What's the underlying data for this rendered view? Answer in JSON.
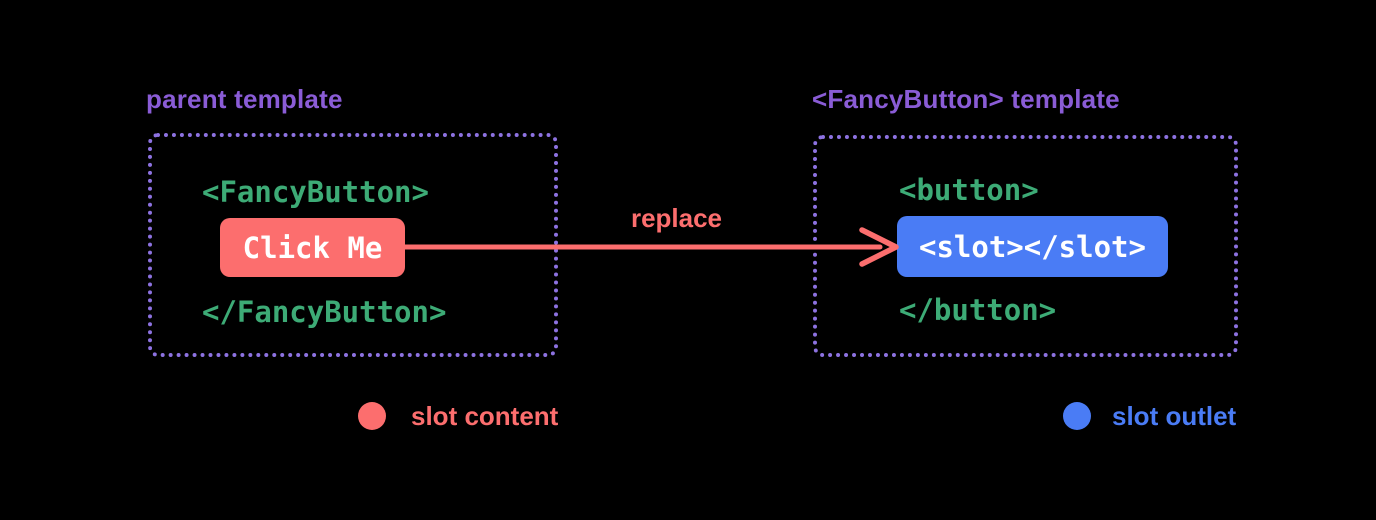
{
  "parent_panel": {
    "title": "parent template",
    "open_tag": "<FancyButton>",
    "button_label": "Click Me",
    "close_tag": "</FancyButton>"
  },
  "fancy_panel": {
    "title": "<FancyButton> template",
    "open_tag": "<button>",
    "slot_label": "<slot></slot>",
    "close_tag": "</button>"
  },
  "arrow": {
    "label": "replace"
  },
  "legend": {
    "slot_content_label": "slot content",
    "slot_outlet_label": "slot outlet"
  },
  "colors": {
    "bg": "#000000",
    "purple": "#8a5cd6",
    "purple_border": "#8d72e1",
    "green": "#3dab76",
    "red": "#fc6e6e",
    "blue": "#4a7cf5",
    "white": "#ffffff"
  }
}
